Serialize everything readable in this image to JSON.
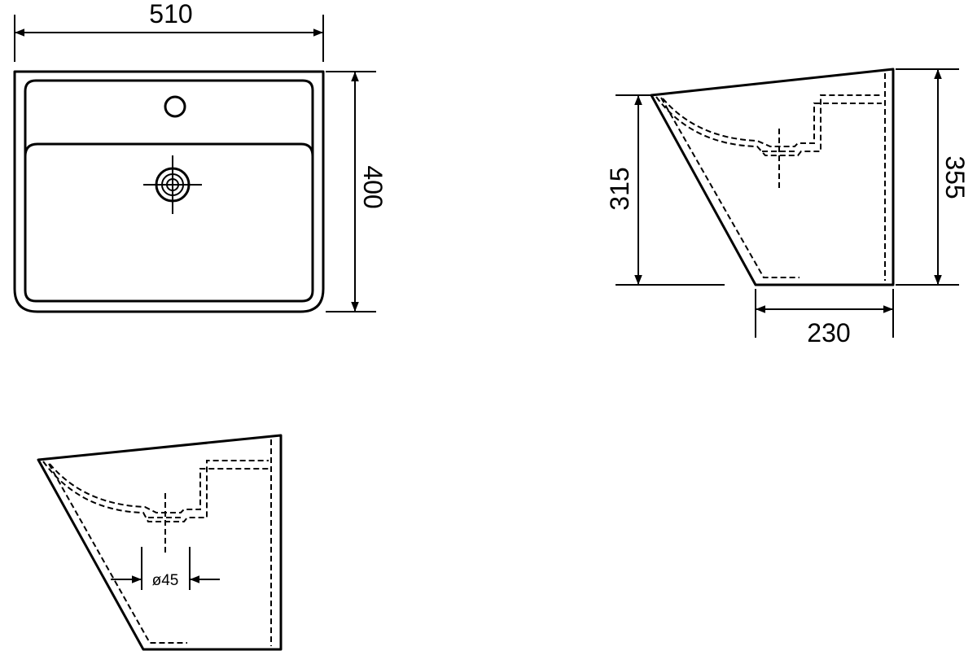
{
  "colors": {
    "line": "#000000",
    "background": "#ffffff"
  },
  "dimensions": {
    "width": "510",
    "depth": "400",
    "front_height": "315",
    "total_height": "355",
    "projection": "230",
    "drain_diameter": "ø45"
  }
}
